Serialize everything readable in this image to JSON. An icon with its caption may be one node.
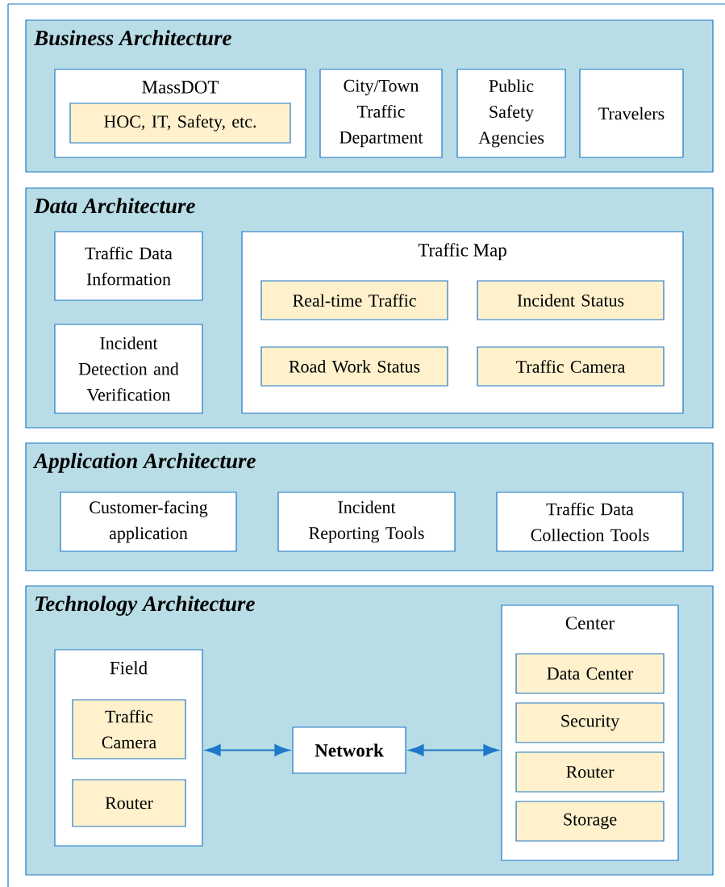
{
  "diagram": {
    "nodes": [
      {
        "text": [
          "Business Architecture"
        ]
      },
      {
        "text": [
          "MassDOT"
        ],
        "in": 0
      },
      {
        "text": [
          "HOC, IT, Safety, etc."
        ],
        "in": 1
      },
      {
        "text": [
          "City/Town Traffic Department"
        ],
        "in": 0
      },
      {
        "text": [
          "Public Safety Agencies"
        ],
        "in": 0
      },
      {
        "text": [
          "Travelers"
        ],
        "in": 0
      },
      {
        "text": [
          "Data Architecture"
        ]
      },
      {
        "text": [
          "Traffic Data Information"
        ],
        "in": 6
      },
      {
        "text": [
          "Incident Detection and Verification"
        ],
        "in": 6
      },
      {
        "text": [
          "Traffic Map"
        ],
        "in": 6
      },
      {
        "text": [
          "Real-time Traffic"
        ],
        "in": 9
      },
      {
        "text": [
          "Incident Status"
        ],
        "in": 9
      },
      {
        "text": [
          "Road Work Status"
        ],
        "in": 9
      },
      {
        "text": [
          "Traffic Camera"
        ],
        "in": 9
      },
      {
        "text": [
          "Application Architecture"
        ]
      },
      {
        "text": [
          "Customer-facing application"
        ],
        "in": 14
      },
      {
        "text": [
          "Incident Reporting Tools"
        ],
        "in": 14
      },
      {
        "text": [
          "Traffic Data Collection Tools"
        ],
        "in": 14
      },
      {
        "text": [
          "Technology Architecture"
        ]
      },
      {
        "text": [
          "Field"
        ],
        "in": 18
      },
      {
        "text": [
          "Traffic Camera"
        ],
        "in": 19
      },
      {
        "text": [
          "Router"
        ],
        "in": 19
      },
      {
        "text": [
          "Network"
        ],
        "in": 18
      },
      {
        "text": [
          "Center"
        ],
        "in": 18
      },
      {
        "text": [
          "Data Center"
        ],
        "in": 23
      },
      {
        "text": [
          "Security"
        ],
        "in": 23
      },
      {
        "text": [
          "Router"
        ],
        "in": 23
      },
      {
        "text": [
          "Storage"
        ],
        "in": 23
      }
    ],
    "edges": [
      {
        "from": 19,
        "to": 22,
        "arrow": "both"
      },
      {
        "from": 22,
        "to": 23,
        "arrow": "both"
      }
    ]
  }
}
